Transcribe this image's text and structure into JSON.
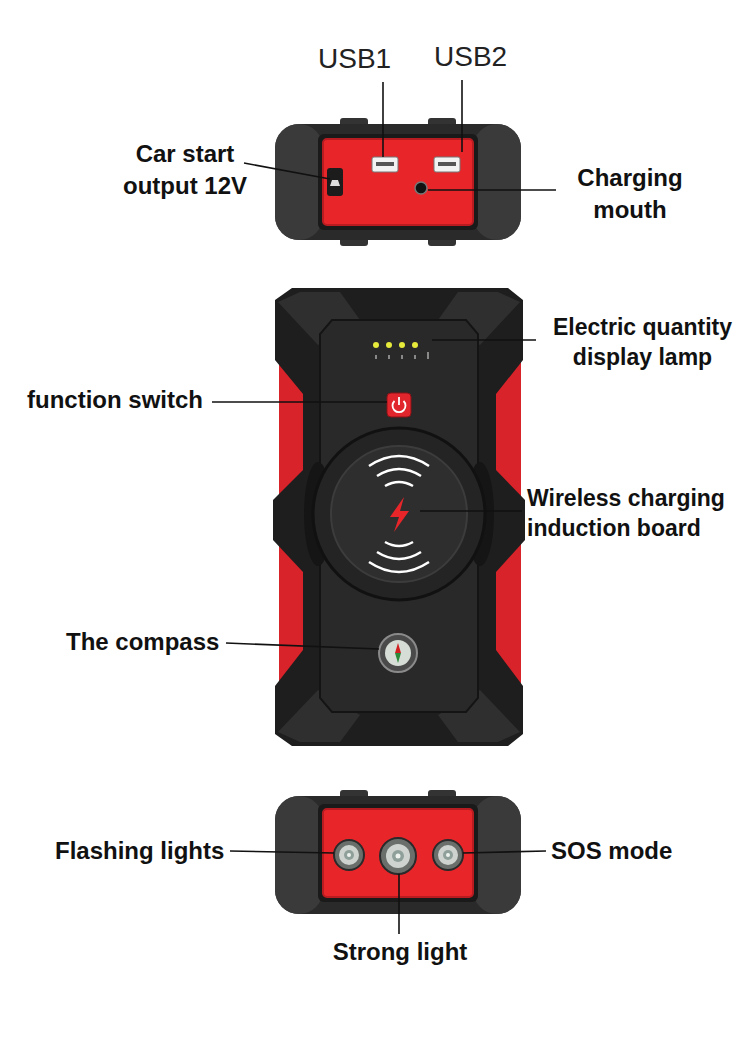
{
  "diagram": {
    "labels": [
      "USB1",
      "USB2",
      "Car start output 12V",
      "Charging mouth",
      "Electric quantity display lamp",
      "function switch",
      "Wireless charging induction board",
      "The compass",
      "Flashing lights",
      "SOS mode",
      "Strong light"
    ]
  }
}
